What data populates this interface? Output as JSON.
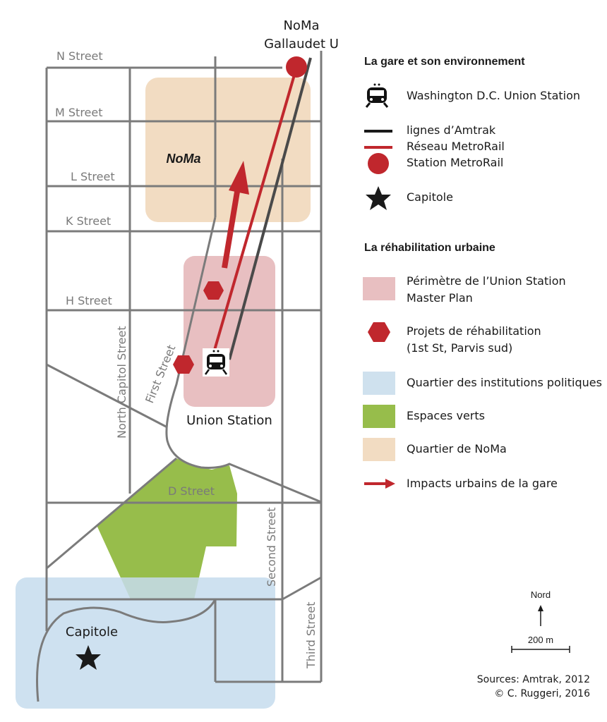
{
  "map": {
    "streets": {
      "n": "N Street",
      "m": "M Street",
      "l": "L Street",
      "k": "K Street",
      "h": "H Street",
      "d": "D Street",
      "north_capitol": "North Capitol Street",
      "first": "First Street",
      "second": "Second Street",
      "third": "Third Street"
    },
    "labels": {
      "noma_station_line1": "NoMa",
      "noma_station_line2": "Gallaudet U",
      "noma_area": "NoMa",
      "union_station": "Union Station",
      "capitole": "Capitole"
    },
    "north": "Nord",
    "scale": "200 m"
  },
  "legend": {
    "section1_title": "La gare et son environnement",
    "section1_items": [
      {
        "icon": "train-icon",
        "label": "Washington D.C. Union Station"
      },
      {
        "icon": "amtrak-line",
        "label": "lignes d’Amtrak",
        "color": "#1a1a1a"
      },
      {
        "icon": "metrorail-line",
        "label": "Réseau MetroRail",
        "color": "#c0272d"
      },
      {
        "icon": "metrorail-station",
        "label": "Station MetroRail",
        "color": "#c0272d"
      },
      {
        "icon": "star-icon",
        "label": "Capitole"
      }
    ],
    "section2_title": "La réhabilitation urbaine",
    "section2_items": [
      {
        "icon": "pink-area",
        "label_line1": "Périmètre de l’Union Station",
        "label_line2": "Master Plan",
        "color": "#e8bfc1"
      },
      {
        "icon": "hexagon-icon",
        "label_line1": "Projets de réhabilitation",
        "label_line2": "(1st St, Parvis sud)",
        "color": "#c0272d"
      },
      {
        "icon": "blue-area",
        "label": "Quartier des institutions politiques",
        "color": "#cfe1ee"
      },
      {
        "icon": "green-area",
        "label": "Espaces verts",
        "color": "#97bd4b"
      },
      {
        "icon": "beige-area",
        "label": "Quartier de NoMa",
        "color": "#f2dcc2"
      },
      {
        "icon": "arrow-icon",
        "label": "Impacts urbains de la gare",
        "color": "#c0272d"
      }
    ]
  },
  "sources": {
    "line1": "Sources: Amtrak, 2012",
    "line2": "© C. Ruggeri, 2016"
  }
}
